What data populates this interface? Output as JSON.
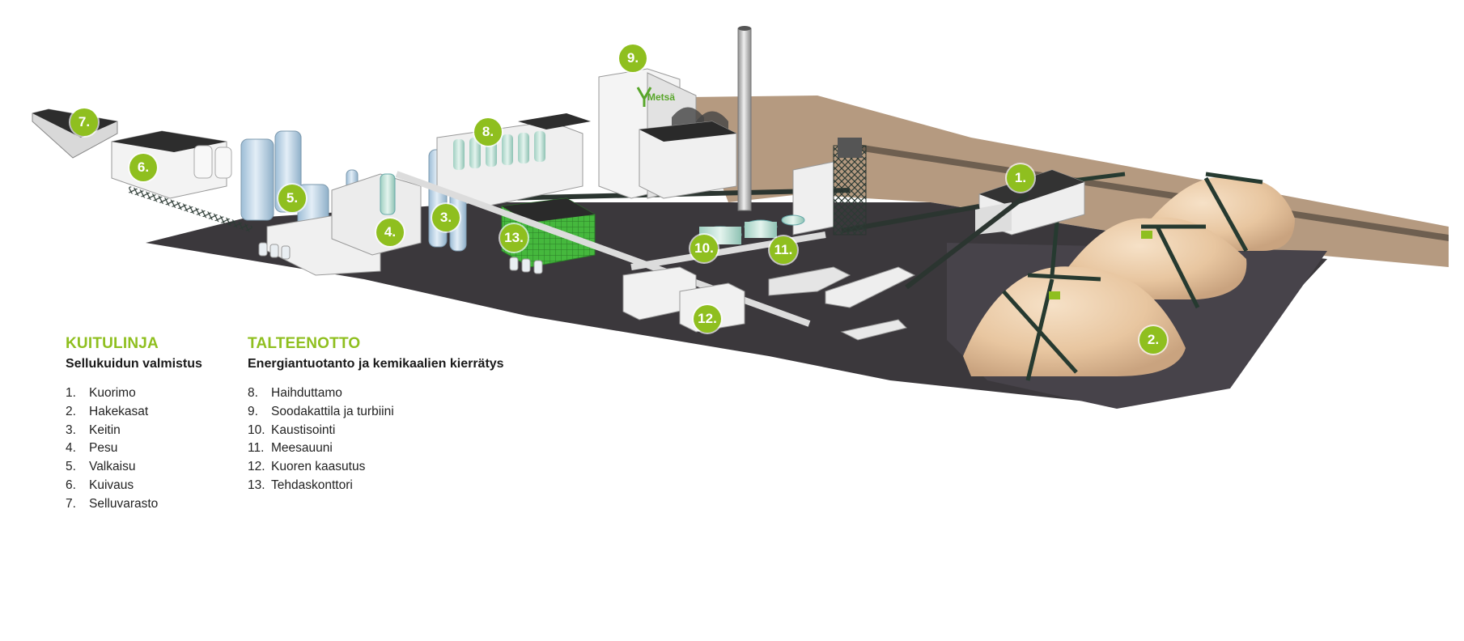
{
  "colors": {
    "accent_green": "#8fbf1f",
    "ground_dark": "#3b383c",
    "ground_brown": "#b59a80",
    "wood_chips": "#e9c9a4",
    "building_white": "#f2f2f2",
    "roof_dark": "#2e2e2e",
    "structure_dark": "#2f3b36",
    "tank_blue": "#bcd6e8",
    "tank_teal": "#cde7de",
    "glass_green": "#3fae3a"
  },
  "logo_text": "Metsä",
  "markers": [
    {
      "id": "1",
      "label": "1."
    },
    {
      "id": "2",
      "label": "2."
    },
    {
      "id": "3",
      "label": "3."
    },
    {
      "id": "4",
      "label": "4."
    },
    {
      "id": "5",
      "label": "5."
    },
    {
      "id": "6",
      "label": "6."
    },
    {
      "id": "7",
      "label": "7."
    },
    {
      "id": "8",
      "label": "8."
    },
    {
      "id": "9",
      "label": "9."
    },
    {
      "id": "10",
      "label": "10."
    },
    {
      "id": "11",
      "label": "11."
    },
    {
      "id": "12",
      "label": "12."
    },
    {
      "id": "13",
      "label": "13."
    }
  ],
  "legend": {
    "left": {
      "title": "KUITULINJA",
      "subtitle": "Sellukuidun valmistus",
      "items": [
        {
          "num": "1.",
          "text": "Kuorimo"
        },
        {
          "num": "2.",
          "text": "Hakekasat"
        },
        {
          "num": "3.",
          "text": "Keitin"
        },
        {
          "num": "4.",
          "text": "Pesu"
        },
        {
          "num": "5.",
          "text": "Valkaisu"
        },
        {
          "num": "6.",
          "text": "Kuivaus"
        },
        {
          "num": "7.",
          "text": "Selluvarasto"
        }
      ]
    },
    "right": {
      "title": "TALTEENOTTO",
      "subtitle": "Energiantuotanto ja kemikaalien kierrätys",
      "items": [
        {
          "num": "8.",
          "text": "Haihduttamo"
        },
        {
          "num": "9.",
          "text": "Soodakattila ja turbiini"
        },
        {
          "num": "10.",
          "text": "Kaustisointi"
        },
        {
          "num": "11.",
          "text": "Meesauuni"
        },
        {
          "num": "12.",
          "text": "Kuoren kaasutus"
        },
        {
          "num": "13.",
          "text": "Tehdaskonttori"
        }
      ]
    }
  }
}
